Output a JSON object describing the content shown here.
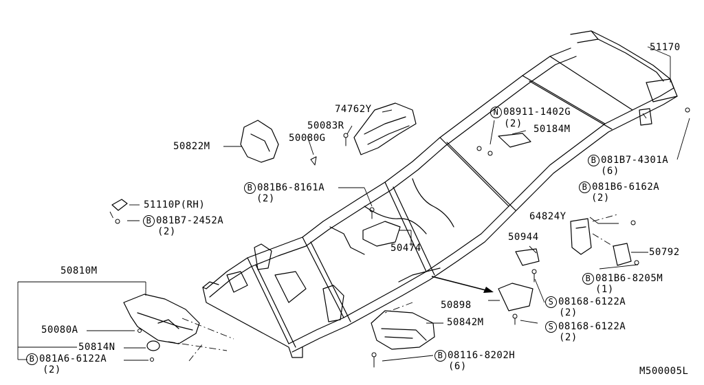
{
  "diagram_code": "M500005L",
  "parts": {
    "p51170": "51170",
    "p74762Y": "74762Y",
    "p50083R": "50083R",
    "p50080G": "50080G",
    "p50822M": "50822M",
    "p50184M": "50184M",
    "n_bolt_08911": {
      "prefix": "N",
      "number": "08911-1402G",
      "qty": "(2)"
    },
    "b_081B7_4301A": {
      "prefix": "B",
      "number": "081B7-4301A",
      "qty": "(6)"
    },
    "b_081B6_8161A": {
      "prefix": "B",
      "number": "081B6-8161A",
      "qty": "(2)"
    },
    "b_081B6_6162A": {
      "prefix": "B",
      "number": "081B6-6162A",
      "qty": "(2)"
    },
    "p51110P": "51110P(RH)",
    "b_081B7_2452A": {
      "prefix": "B",
      "number": "081B7-2452A",
      "qty": "(2)"
    },
    "p64824Y": "64824Y",
    "p50474": "50474",
    "p50944": "50944",
    "p50792": "50792",
    "b_081B6_8205M": {
      "prefix": "B",
      "number": "081B6-8205M",
      "qty": "(1)"
    },
    "p50810M": "50810M",
    "s_08168_6122A_a": {
      "prefix": "S",
      "number": "08168-6122A",
      "qty": "(2)"
    },
    "p50898": "50898",
    "p50842M": "50842M",
    "s_08168_6122A_b": {
      "prefix": "S",
      "number": "08168-6122A",
      "qty": "(2)"
    },
    "p50080A": "50080A",
    "p50814N": "50814N",
    "b_081A6_6122A": {
      "prefix": "B",
      "number": "081A6-6122A",
      "qty": "(2)"
    },
    "b_08116_8202H": {
      "prefix": "B",
      "number": "08116-8202H",
      "qty": "(6)"
    }
  }
}
